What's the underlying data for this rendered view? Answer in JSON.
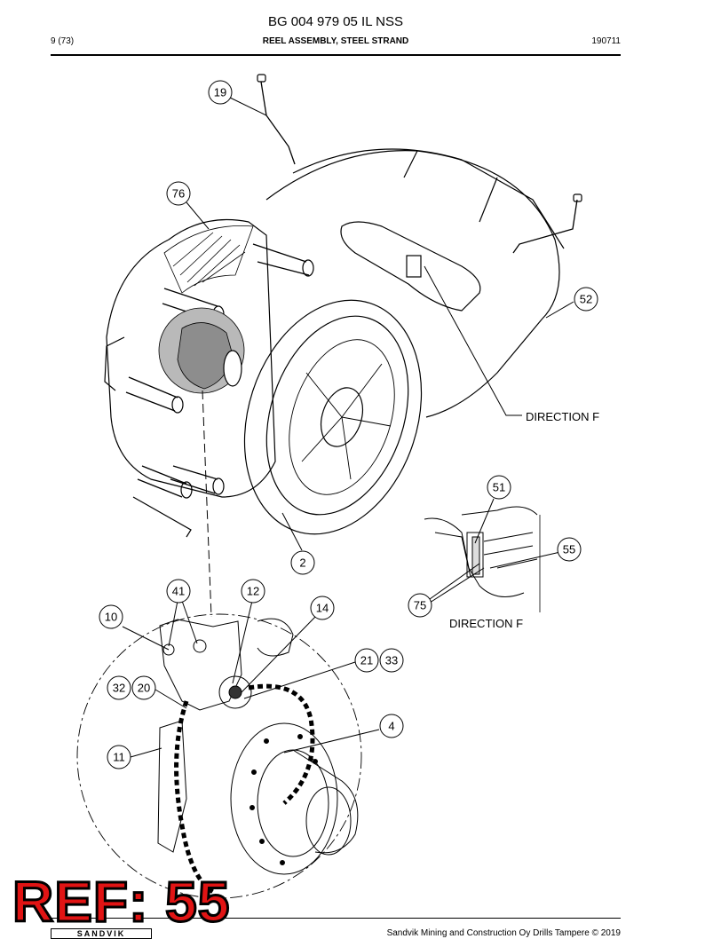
{
  "header": {
    "doc_title": "BG 004 979 05 IL NSS",
    "page": "9 (73)",
    "subtitle": "REEL ASSEMBLY, STEEL STRAND",
    "date": "190711"
  },
  "callouts": {
    "c19": "19",
    "c76": "76",
    "c52": "52",
    "c2": "2",
    "c51": "51",
    "c55": "55",
    "c75": "75",
    "c41": "41",
    "c12": "12",
    "c14": "14",
    "c10": "10",
    "c21": "21",
    "c33": "33",
    "c32": "32",
    "c20": "20",
    "c4": "4",
    "c11": "11"
  },
  "labels": {
    "direction_f_main": "DIRECTION F",
    "direction_f_detail": "DIRECTION F"
  },
  "ref_label": "REF: 55",
  "footer": {
    "copyright": "Sandvik Mining and Construction Oy Drills Tampere © 2019",
    "logo": "SANDVIK"
  }
}
